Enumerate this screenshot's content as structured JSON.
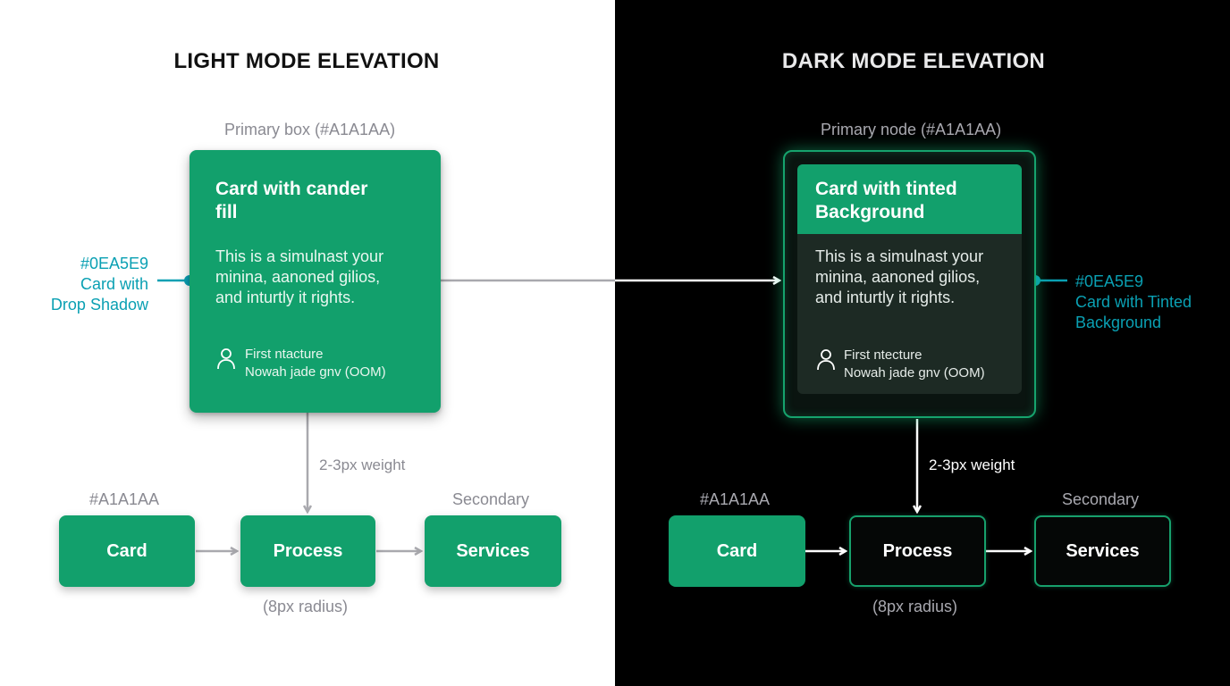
{
  "light": {
    "title": "LIGHT MODE ELEVATION",
    "primary_caption": "Primary box (#A1A1AA)",
    "side_label": [
      "#0EA5E9",
      "Card with",
      "Drop Shadow"
    ],
    "card": {
      "heading": [
        "Card with cander",
        "fill"
      ],
      "body": [
        "This is a simulnast your",
        "minina, aanoned gilios,",
        "and inturtly it rights."
      ],
      "meta": [
        "First ntacture",
        "Nowah jade gnv (OOM)"
      ]
    },
    "weight_label": "2-3px weight",
    "card_caption": "#A1A1AA",
    "secondary_caption": "Secondary",
    "radius_caption": "(8px radius)",
    "nodes": [
      "Card",
      "Process",
      "Services"
    ]
  },
  "dark": {
    "title": "DARK MODE ELEVATION",
    "primary_caption": "Primary node (#A1A1AA)",
    "side_label": [
      "#0EA5E9",
      "Card with Tinted",
      "Background"
    ],
    "card": {
      "heading": [
        "Card with tinted",
        "Background"
      ],
      "body": [
        "This is a simulnast your",
        "minina, aanoned gilios,",
        "and inturtly it rights."
      ],
      "meta": [
        "First ntecture",
        "Nowah jade gnv (OOM)"
      ]
    },
    "weight_label": "2-3px weight",
    "card_caption": "#A1A1AA",
    "secondary_caption": "Secondary",
    "radius_caption": "(8px radius)",
    "nodes": [
      "Card",
      "Process",
      "Services"
    ]
  },
  "colors": {
    "green": "#12A06C",
    "teal_label": "#0AA0B3",
    "dark_bg": "#000000",
    "light_bg": "#FFFFFF",
    "connector_light": "#A9A9AE",
    "connector_dark": "#FFFFFF"
  },
  "icons": [
    "person-icon"
  ]
}
